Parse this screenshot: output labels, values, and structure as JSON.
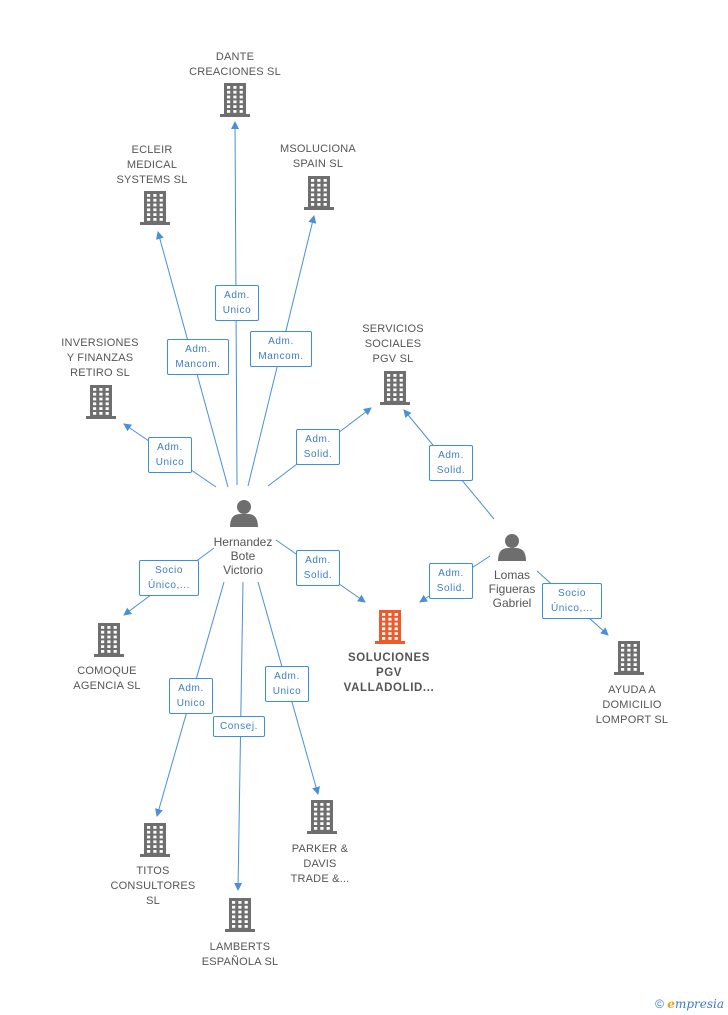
{
  "colors": {
    "edge": "#4a8fd9",
    "company_icon": "#6e6e6e",
    "main_icon": "#ee5a2b",
    "person_icon": "#6e6e6e"
  },
  "nodes": [
    {
      "id": "dante",
      "type": "company",
      "label": "DANTE\nCREACIONES SL"
    },
    {
      "id": "ecleir",
      "type": "company",
      "label": "ECLEIR\nMEDICAL\nSYSTEMS SL"
    },
    {
      "id": "msoluciona",
      "type": "company",
      "label": "MSOLUCIONA\nSPAIN SL"
    },
    {
      "id": "inversiones",
      "type": "company",
      "label": "INVERSIONES\nY FINANZAS\nRETIRO SL"
    },
    {
      "id": "servicios",
      "type": "company",
      "label": "SERVICIOS\nSOCIALES\nPGV SL"
    },
    {
      "id": "hernandez",
      "type": "person",
      "label": "Hernandez\nBote\nVictorio"
    },
    {
      "id": "lomas",
      "type": "person",
      "label": "Lomas\nFigueras\nGabriel"
    },
    {
      "id": "soluciones",
      "type": "main",
      "label": "SOLUCIONES\nPGV\nVALLADOLID..."
    },
    {
      "id": "comoque",
      "type": "company",
      "label": "COMOQUE\nAGENCIA SL"
    },
    {
      "id": "ayuda",
      "type": "company",
      "label": "AYUDA A\nDOMICILIO\nLOMPORT SL"
    },
    {
      "id": "titos",
      "type": "company",
      "label": "TITOS\nCONSULTORES\nSL"
    },
    {
      "id": "parker",
      "type": "company",
      "label": "PARKER &\nDAVIS\nTRADE &..."
    },
    {
      "id": "lamberts",
      "type": "company",
      "label": "LAMBERTS\nESPAÑOLA SL"
    }
  ],
  "edges": [
    {
      "from": "hernandez",
      "to": "dante",
      "label": "Adm.\nUnico"
    },
    {
      "from": "hernandez",
      "to": "ecleir",
      "label": "Adm.\nMancom."
    },
    {
      "from": "hernandez",
      "to": "msoluciona",
      "label": "Adm.\nMancom."
    },
    {
      "from": "hernandez",
      "to": "inversiones",
      "label": "Adm.\nUnico"
    },
    {
      "from": "hernandez",
      "to": "servicios",
      "label": "Adm.\nSolid."
    },
    {
      "from": "lomas",
      "to": "servicios",
      "label": "Adm.\nSolid."
    },
    {
      "from": "hernandez",
      "to": "soluciones",
      "label": "Adm.\nSolid."
    },
    {
      "from": "lomas",
      "to": "soluciones",
      "label": "Adm.\nSolid."
    },
    {
      "from": "hernandez",
      "to": "comoque",
      "label": "Socio\nÚnico,..."
    },
    {
      "from": "lomas",
      "to": "ayuda",
      "label": "Socio\nÚnico,..."
    },
    {
      "from": "hernandez",
      "to": "titos",
      "label": "Adm.\nUnico"
    },
    {
      "from": "hernandez",
      "to": "lamberts",
      "label": "Consej."
    },
    {
      "from": "hernandez",
      "to": "parker",
      "label": "Adm.\nUnico"
    }
  ],
  "footer": {
    "copyright": "©",
    "brand_initial": "e",
    "brand_rest": "mpresia"
  }
}
